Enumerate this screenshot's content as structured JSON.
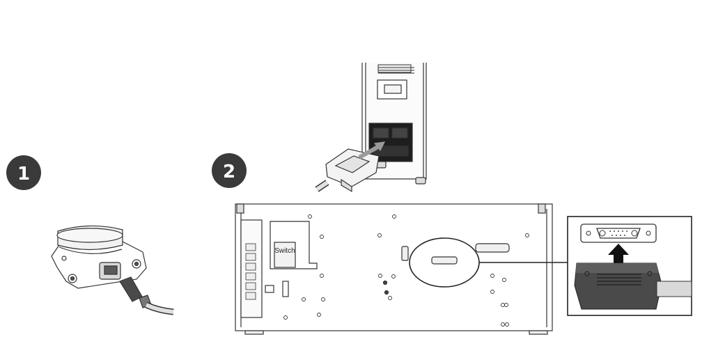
{
  "steps": [
    {
      "number": "1",
      "badge_color": "#3a3a3a"
    },
    {
      "number": "2",
      "badge_color": "#3a3a3a"
    }
  ],
  "controller": {
    "switch_label": "Switch"
  },
  "icons": {
    "insert_arrow": "arrow-up-icon",
    "highlight": "callout-ellipse"
  },
  "colors": {
    "line": "#333333",
    "light_gray": "#d9d9d9",
    "dark_gray": "#4a4a4a",
    "connector_black": "#1e1e1e"
  }
}
